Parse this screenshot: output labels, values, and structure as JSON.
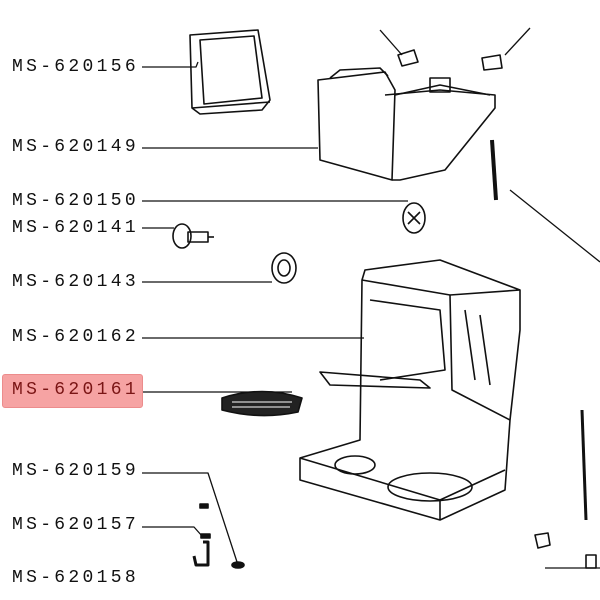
{
  "diagram": {
    "highlight_color": "#f6a3a3",
    "selected_part": "MS-620161",
    "parts": [
      {
        "label": "MS-620156"
      },
      {
        "label": "MS-620149"
      },
      {
        "label": "MS-620150"
      },
      {
        "label": "MS-620141"
      },
      {
        "label": "MS-620143"
      },
      {
        "label": "MS-620162"
      },
      {
        "label": "MS-620161"
      },
      {
        "label": "MS-620159"
      },
      {
        "label": "MS-620157"
      },
      {
        "label": "MS-620158"
      }
    ]
  }
}
